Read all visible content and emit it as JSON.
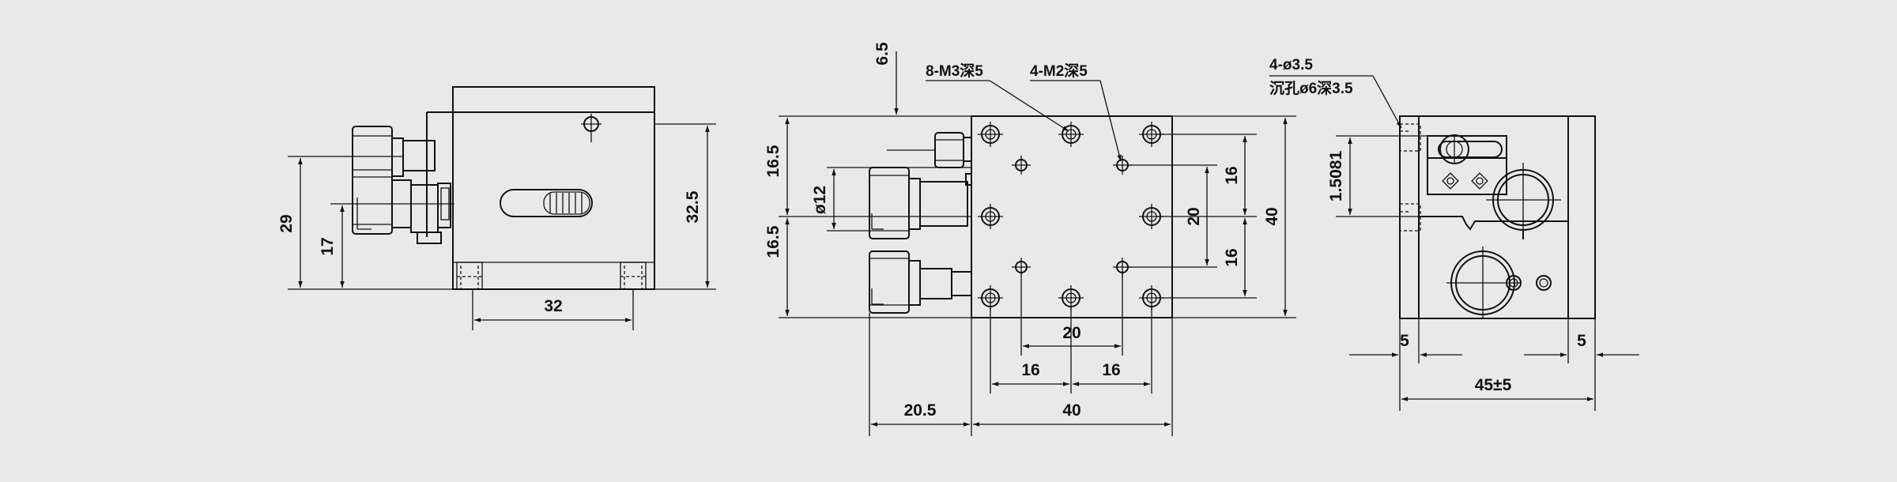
{
  "side_view": {
    "dim_height_total": "29",
    "dim_height_axis": "17",
    "dim_hole_spacing": "32",
    "dim_body_height": "32.5"
  },
  "top_view": {
    "dim_offset_top": "6.5",
    "note_m3": "8-M3深5",
    "note_m2": "4-M2深5",
    "dim_half_upper": "16.5",
    "dim_half_lower": "16.5",
    "dim_shaft_dia": "ø12",
    "dim_right_16a": "16",
    "dim_right_20": "20",
    "dim_right_16b": "16",
    "dim_right_40": "40",
    "dim_bottom_20": "20",
    "dim_bottom_16a": "16",
    "dim_bottom_16b": "16",
    "dim_knob_offset": "20.5",
    "dim_width_40": "40"
  },
  "end_view": {
    "note_hole_1": "4-ø3.5",
    "note_hole_2": "沉孔ø6深3.5",
    "dim_vertical": "1.5081",
    "dim_left_5": "5",
    "dim_right_5": "5",
    "dim_width": "45±5"
  }
}
